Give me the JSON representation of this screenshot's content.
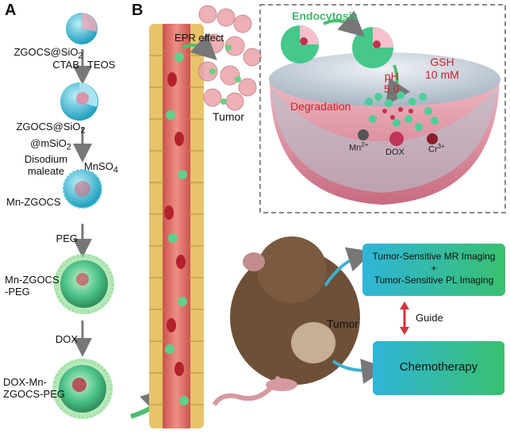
{
  "panels": {
    "a": "A",
    "b": "B"
  },
  "steps": [
    {
      "name": "ZGOCS@SiO",
      "sub": "2"
    },
    {
      "line1": "ZGOCS@SiO",
      "sub1": "2",
      "line2": "@mSiO",
      "sub2": "2"
    },
    {
      "name": "Mn-ZGOCS"
    },
    {
      "line1": "Mn-ZGOCS",
      "line2": "-PEG"
    },
    {
      "line1": "DOX-Mn-",
      "line2": "ZGOCS-PEG"
    }
  ],
  "arrows": {
    "a1_left": "CTAB",
    "a1_right": "TEOS",
    "a2_left1": "Disodium",
    "a2_left2": "maleate",
    "a2_right": "MnSO",
    "a2_right_sub": "4",
    "a3": "PEG",
    "a4": "DOX"
  },
  "vessel": {
    "epr": "EPR effect",
    "tumor": "Tumor"
  },
  "cell": {
    "endocytosis": "Endocytosis",
    "gsh1": "GSH",
    "gsh2": "10 mM",
    "ph1": "pH",
    "ph2": "5.0",
    "degradation": "Degradation",
    "ion_mn": "Mn",
    "ion_mn_sup": "2+",
    "ion_dox": "DOX",
    "ion_cr": "Cr",
    "ion_cr_sup": "3+"
  },
  "mouse": {
    "tumor": "Tumor"
  },
  "boxes": {
    "imaging1": "Tumor-Sensitive MR Imaging",
    "imaging_plus": "+",
    "imaging2": "Tumor-Sensitive PL Imaging",
    "guide": "Guide",
    "chemo": "Chemotherapy"
  },
  "colors": {
    "teal": "#3ab6d0",
    "green": "#3fb86b",
    "red_text": "#c8242b",
    "vessel": "#e06a60",
    "wall": "#e8c36a"
  }
}
